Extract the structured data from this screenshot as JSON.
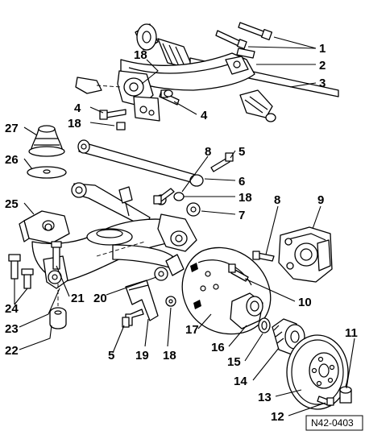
{
  "diagram_ref": "N42-0403",
  "labels": {
    "l1": "1",
    "l2": "2",
    "l3": "3",
    "l4a": "4",
    "l4b": "4",
    "l5a": "5",
    "l5b": "5",
    "l6": "6",
    "l7": "7",
    "l8a": "8",
    "l8b": "8",
    "l9": "9",
    "l10": "10",
    "l11": "11",
    "l12": "12",
    "l13": "13",
    "l14": "14",
    "l15": "15",
    "l16": "16",
    "l17": "17",
    "l18a": "18",
    "l18b": "18",
    "l18c": "18",
    "l18d": "18",
    "l19": "19",
    "l20": "20",
    "l21": "21",
    "l22": "22",
    "l23": "23",
    "l24": "24",
    "l25": "25",
    "l26": "26",
    "l27": "27"
  }
}
